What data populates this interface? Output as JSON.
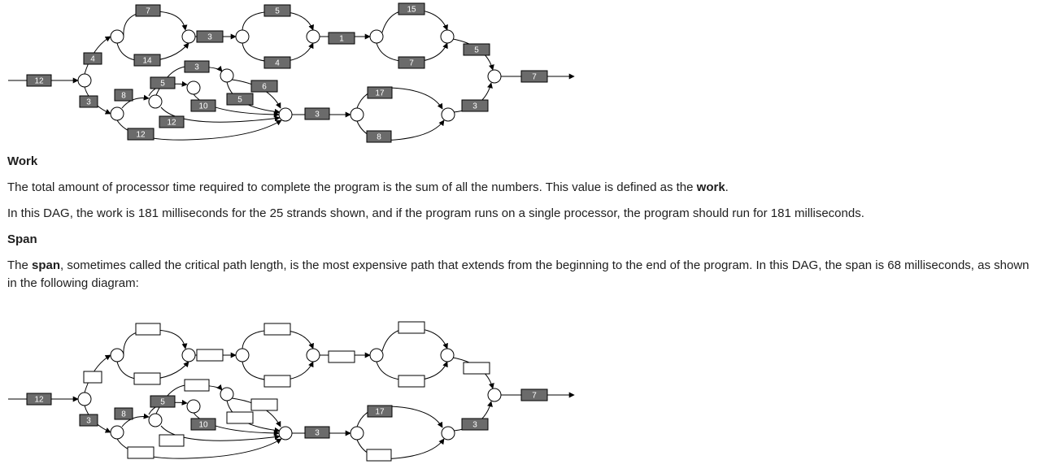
{
  "colors": {
    "box_fill": "#6b6b6b",
    "box_text": "#ffffff",
    "edge": "#000000",
    "node_fill": "#ffffff"
  },
  "dag_work": {
    "labels": [
      "12",
      "4",
      "3",
      "7",
      "14",
      "3",
      "5",
      "4",
      "1",
      "15",
      "7",
      "5",
      "7",
      "8",
      "5",
      "3",
      "6",
      "10",
      "5",
      "12",
      "12",
      "3",
      "17",
      "8",
      "3"
    ]
  },
  "dag_span": {
    "labels": [
      "12",
      "",
      "3",
      "",
      "",
      "",
      "",
      "",
      "",
      "",
      "",
      "",
      "7",
      "8",
      "5",
      "",
      "",
      "10",
      "",
      "",
      "",
      "3",
      "17",
      "",
      "3"
    ]
  },
  "work_section": {
    "heading": "Work",
    "p1_before": "The total amount of processor time required to complete the program is the sum of all the numbers. This value is defined as the ",
    "p1_bold": "work",
    "p1_after": ".",
    "p2": "In this DAG, the work is 181 milliseconds for the 25 strands shown, and if the program runs on a single processor, the program should run for 181 milliseconds."
  },
  "span_section": {
    "heading": "Span",
    "p1_before": "The ",
    "p1_bold": "span",
    "p1_after": ", sometimes called the critical path length, is the most expensive path that extends from the beginning to the end of the program. In this DAG, the span is 68 milliseconds, as shown in the following diagram:"
  }
}
